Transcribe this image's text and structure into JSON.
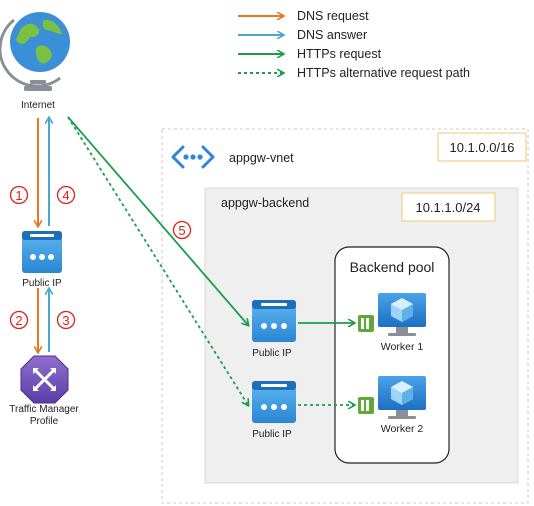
{
  "legend": {
    "dns_request": "DNS request",
    "dns_answer": "DNS answer",
    "https_request": "HTTPs request",
    "https_alt": "HTTPs alternative request path"
  },
  "nodes": {
    "internet": "Internet",
    "public_ip_left": "Public IP",
    "tm_line1": "Traffic Manager",
    "tm_line2": "Profile",
    "vnet_name": "appgw-vnet",
    "vnet_cidr": "10.1.0.0/16",
    "subnet_name": "appgw-backend",
    "subnet_cidr": "10.1.1.0/24",
    "public_ip_top": "Public IP",
    "public_ip_bottom": "Public IP",
    "backend_pool": "Backend pool",
    "worker1": "Worker 1",
    "worker2": "Worker 2"
  },
  "steps": [
    "1",
    "2",
    "3",
    "4",
    "5"
  ],
  "colors": {
    "dns_request": "#e8771f",
    "dns_answer": "#4aa9c9",
    "https": "#1a9e48",
    "vnet_border": "#c9c9c9",
    "subnet_fill": "#efefef",
    "cidr_border": "#f3cf8a",
    "step_red": "#e0211b",
    "azure_blue": "#2f86d6"
  }
}
